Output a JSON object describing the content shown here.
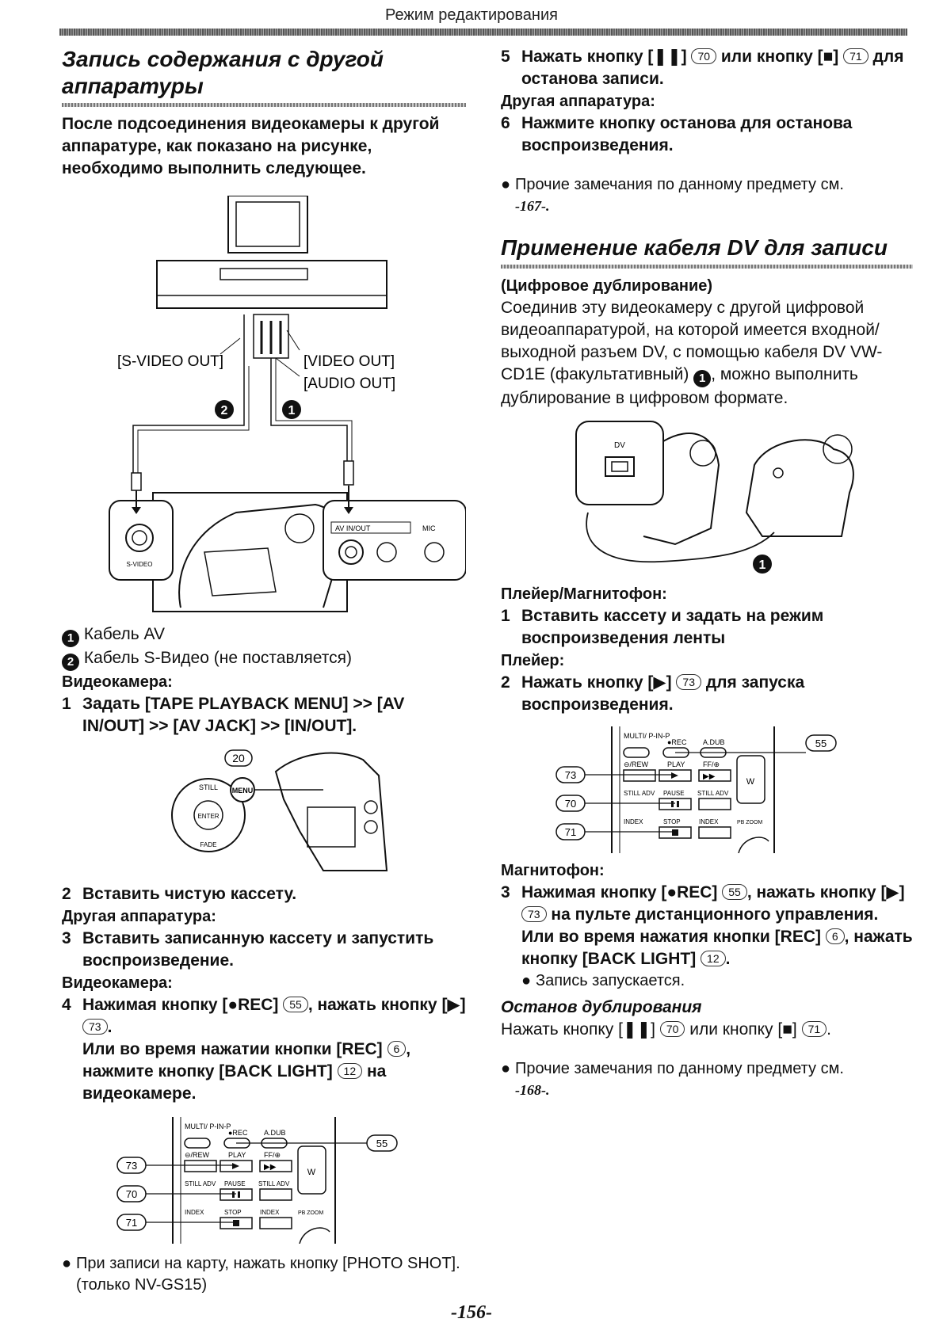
{
  "header": {
    "title": "Режим редактирования"
  },
  "left": {
    "section_title": "Запись содержания с другой аппаратуры",
    "intro": "После подсоединения видеокамеры к другой аппаратуре, как показано на рисунке, необходимо выполнить следующее.",
    "diagram_labels": {
      "s_video_out": "[S-VIDEO OUT]",
      "video_out": "[VIDEO OUT]",
      "audio_out": "[AUDIO OUT]",
      "marker_1": "1",
      "marker_2": "2",
      "jack_label": "AV IN/OUT",
      "mic_label": "MIC",
      "svideo_label": "S-VIDEO"
    },
    "legend_1": "Кабель AV",
    "legend_2": "Кабель S-Видео (не поставляется)",
    "camera_label_1": "Видеокамера:",
    "step1_num": "1",
    "step1_text": "Задать [TAPE PLAYBACK MENU] >> [AV IN/OUT] >> [AV JACK] >> [IN/OUT].",
    "camera_figure": {
      "ref": "20",
      "menu": "MENU",
      "still": "STILL",
      "enter": "ENTER",
      "fade": "FADE"
    },
    "step2_num": "2",
    "step2_text": "Вставить чистую кассету.",
    "other_label_1": "Другая аппаратура:",
    "step3_num": "3",
    "step3_text": "Вставить записанную кассету и запустить воспроизведение.",
    "camera_label_2": "Видеокамера:",
    "step4_num": "4",
    "step4_line1": "Нажимая кнопку [●REC]",
    "step4_ref1": "55",
    "step4_line1b": ", нажать кнопку [▶]",
    "step4_ref2": "73",
    "step4_line2": "Или во время нажатии кнопки [REC]",
    "step4_ref3": "6",
    "step4_line2b": ", нажмите кнопку [BACK LIGHT]",
    "step4_ref4": "12",
    "step4_line2c": "на видеокамере.",
    "remote": {
      "multi": "MULTI/ P-IN-P",
      "rec": "●REC",
      "adub": "A.DUB",
      "rew": "⊖/REW",
      "play": "PLAY",
      "ff": "FF/⊕",
      "still_adv_l": "STILL ADV",
      "pause": "PAUSE",
      "still_adv_r": "STILL ADV",
      "index_l": "INDEX",
      "stop": "STOP",
      "index_r": "INDEX",
      "pb_zoom": "PB ZOOM",
      "w": "W",
      "ref55": "55",
      "ref73": "73",
      "ref70": "70",
      "ref71": "71"
    },
    "bullet_card": "При записи на карту, нажать кнопку [PHOTO SHOT]. (только NV-GS15)"
  },
  "right": {
    "step5_num": "5",
    "step5_a": "Нажать кнопку [❚❚]",
    "step5_ref1": "70",
    "step5_b": "или кнопку [■]",
    "step5_ref2": "71",
    "step5_c": "для останова записи.",
    "other_label": "Другая аппаратура:",
    "step6_num": "6",
    "step6_text": "Нажмите кнопку останова для останова воспроизведения.",
    "note1": "Прочие замечания по данному предмету см.",
    "note1_ref": "-167-.",
    "section2_title": "Применение кабеля DV для записи",
    "sub_title": "(Цифровое дублирование)",
    "desc_a": "Соединив эту видеокамеру с другой цифровой видеоаппаратурой, на которой имеется входной/выходной разъем DV, с помощью кабеля DV VW-CD1E (факультативный)",
    "desc_marker": "1",
    "desc_b": ", можно выполнить дублирование в цифровом формате.",
    "dv_label": "DV",
    "player_label": "Плейер/Магнитофон:",
    "r_step1_num": "1",
    "r_step1_text": "Вставить кассету и задать на режим воспроизведения ленты",
    "player_only": "Плейер:",
    "r_step2_num": "2",
    "r_step2_a": "Нажать кнопку [▶]",
    "r_step2_ref": "73",
    "r_step2_b": "для запуска воспроизведения.",
    "recorder_label": "Магнитофон:",
    "r_step3_num": "3",
    "r_step3_a": "Нажимая кнопку [●REC]",
    "r_step3_ref1": "55",
    "r_step3_b": ", нажать кнопку [▶]",
    "r_step3_ref2": "73",
    "r_step3_c": "на пульте дистанционного управления.",
    "r_step3_d": "Или во время нажатия кнопки [REC]",
    "r_step3_ref3": "6",
    "r_step3_e": ", нажать кнопку [BACK LIGHT]",
    "r_step3_ref4": "12",
    "r_bullet_start": "Запись запускается.",
    "stop_title": "Останов дублирования",
    "stop_a": "Нажать кнопку [❚❚]",
    "stop_ref1": "70",
    "stop_b": "или кнопку [■]",
    "stop_ref2": "71",
    "note2": "Прочие замечания по данному предмету см.",
    "note2_ref": "-168-."
  },
  "page_number": "-156-"
}
